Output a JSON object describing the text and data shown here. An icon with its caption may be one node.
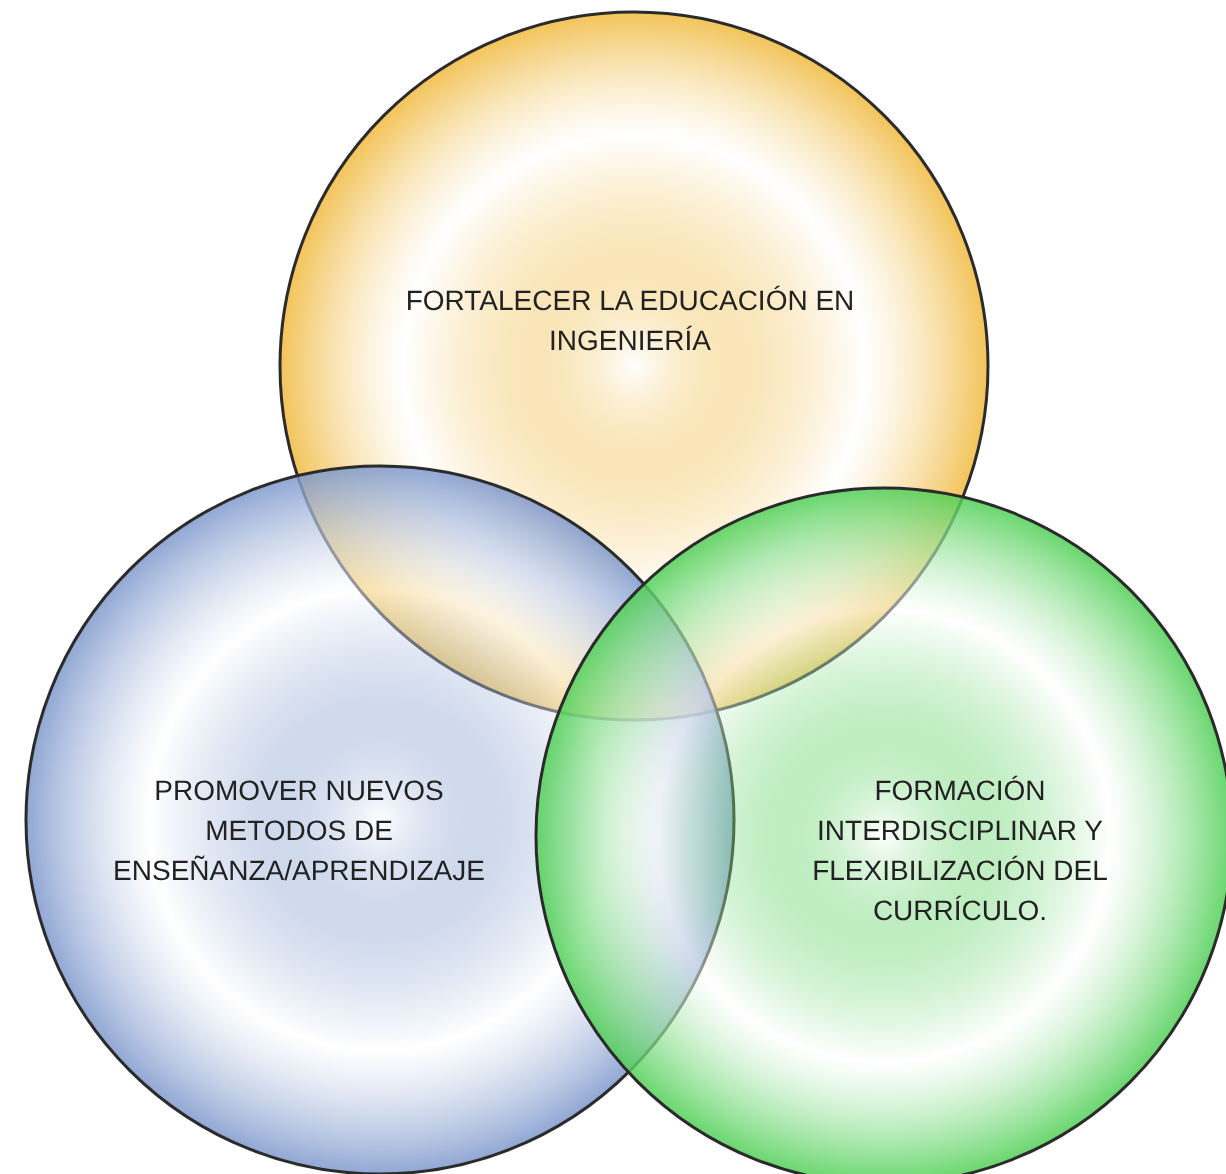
{
  "diagram": {
    "nodes": [
      {
        "text": [
          "FORTALECER LA EDUCACIÓN EN INGENIERÍA"
        ]
      },
      {
        "text": [
          "PROMOVER NUEVOS METODOS DE ENSEÑANZA/APRENDIZAJE"
        ]
      },
      {
        "text": [
          "FORMACIÓN INTERDISCIPLINAR Y FLEXIBILIZACIÓN DEL CURRÍCULO."
        ]
      }
    ],
    "edges": []
  }
}
